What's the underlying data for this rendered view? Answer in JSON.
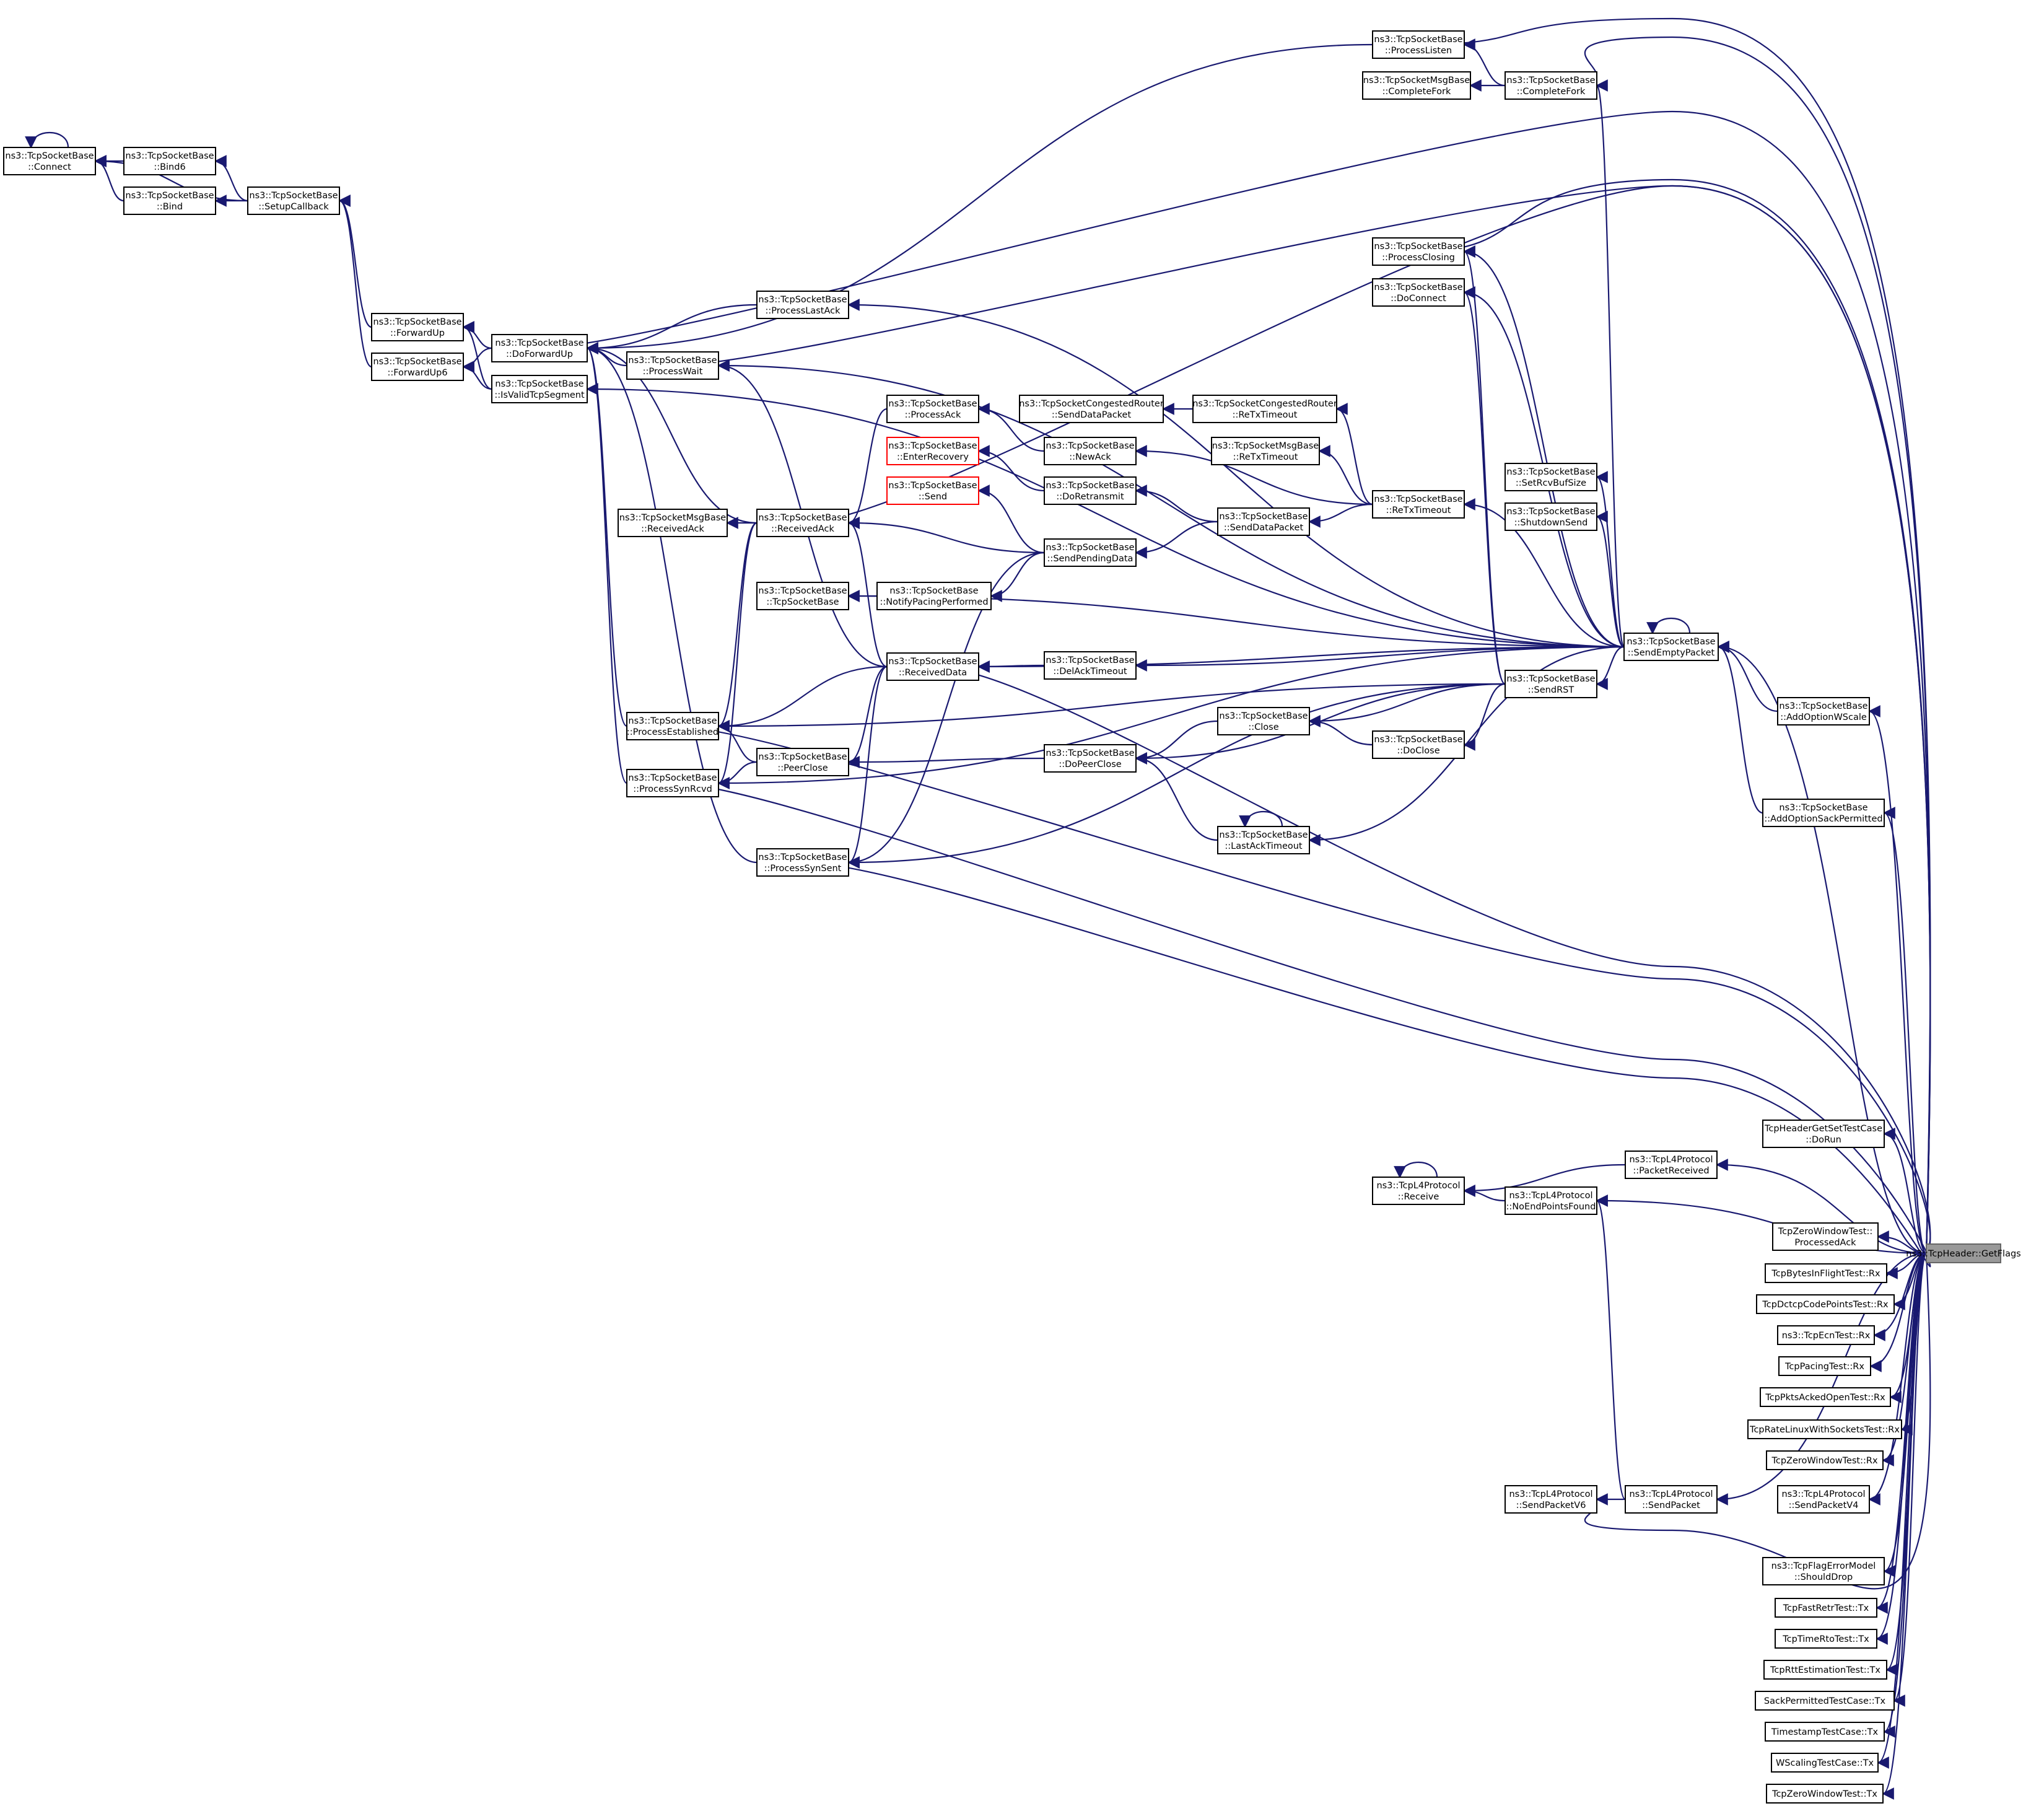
{
  "diagram": {
    "kind": "doxygen-caller-graph",
    "colors": {
      "edge": "#191970",
      "node_border": "#000000",
      "red_node_border": "#ff0000",
      "target_fill": "#999999"
    },
    "nodes": [
      {
        "id": "getflags",
        "lines": [
          "ns3::TcpHeader::GetFlags"
        ],
        "style": "target"
      },
      {
        "id": "connect",
        "lines": [
          "ns3::TcpSocketBase",
          "::Connect"
        ]
      },
      {
        "id": "bind6",
        "lines": [
          "ns3::TcpSocketBase",
          "::Bind6"
        ]
      },
      {
        "id": "bind",
        "lines": [
          "ns3::TcpSocketBase",
          "::Bind"
        ]
      },
      {
        "id": "setupcb",
        "lines": [
          "ns3::TcpSocketBase",
          "::SetupCallback"
        ]
      },
      {
        "id": "forwardup",
        "lines": [
          "ns3::TcpSocketBase",
          "::ForwardUp"
        ]
      },
      {
        "id": "forwardup6",
        "lines": [
          "ns3::TcpSocketBase",
          "::ForwardUp6"
        ]
      },
      {
        "id": "doforwardup",
        "lines": [
          "ns3::TcpSocketBase",
          "::DoForwardUp"
        ]
      },
      {
        "id": "isvalid",
        "lines": [
          "ns3::TcpSocketBase",
          "::IsValidTcpSegment"
        ]
      },
      {
        "id": "processwait",
        "lines": [
          "ns3::TcpSocketBase",
          "::ProcessWait"
        ]
      },
      {
        "id": "processlastack",
        "lines": [
          "ns3::TcpSocketBase",
          "::ProcessLastAck"
        ]
      },
      {
        "id": "msgrecvack",
        "lines": [
          "ns3::TcpSocketMsgBase",
          "::ReceivedAck"
        ]
      },
      {
        "id": "receivedack",
        "lines": [
          "ns3::TcpSocketBase",
          "::ReceivedAck"
        ]
      },
      {
        "id": "tcpsocketbase",
        "lines": [
          "ns3::TcpSocketBase",
          "::TcpSocketBase"
        ]
      },
      {
        "id": "processestab",
        "lines": [
          "ns3::TcpSocketBase",
          "::ProcessEstablished"
        ]
      },
      {
        "id": "processsynrcvd",
        "lines": [
          "ns3::TcpSocketBase",
          "::ProcessSynRcvd"
        ]
      },
      {
        "id": "peerclose",
        "lines": [
          "ns3::TcpSocketBase",
          "::PeerClose"
        ]
      },
      {
        "id": "processsynsent",
        "lines": [
          "ns3::TcpSocketBase",
          "::ProcessSynSent"
        ]
      },
      {
        "id": "processack",
        "lines": [
          "ns3::TcpSocketBase",
          "::ProcessAck"
        ]
      },
      {
        "id": "enterrecovery",
        "lines": [
          "ns3::TcpSocketBase",
          "::EnterRecovery"
        ],
        "style": "red"
      },
      {
        "id": "send",
        "lines": [
          "ns3::TcpSocketBase",
          "::Send"
        ],
        "style": "red"
      },
      {
        "id": "notifypacing",
        "lines": [
          "ns3::TcpSocketBase",
          "::NotifyPacingPerformed"
        ]
      },
      {
        "id": "receiveddata",
        "lines": [
          "ns3::TcpSocketBase",
          "::ReceivedData"
        ]
      },
      {
        "id": "congsend",
        "lines": [
          "ns3::TcpSocketCongestedRouter",
          "::SendDataPacket"
        ]
      },
      {
        "id": "newack",
        "lines": [
          "ns3::TcpSocketBase",
          "::NewAck"
        ]
      },
      {
        "id": "doretransmit",
        "lines": [
          "ns3::TcpSocketBase",
          "::DoRetransmit"
        ]
      },
      {
        "id": "sendpending",
        "lines": [
          "ns3::TcpSocketBase",
          "::SendPendingData"
        ]
      },
      {
        "id": "delacktimeout",
        "lines": [
          "ns3::TcpSocketBase",
          "::DelAckTimeout"
        ]
      },
      {
        "id": "dopeerclose",
        "lines": [
          "ns3::TcpSocketBase",
          "::DoPeerClose"
        ]
      },
      {
        "id": "congretx",
        "lines": [
          "ns3::TcpSocketCongestedRouter",
          "::ReTxTimeout"
        ]
      },
      {
        "id": "msgretx",
        "lines": [
          "ns3::TcpSocketMsgBase",
          "::ReTxTimeout"
        ]
      },
      {
        "id": "senddatapacket",
        "lines": [
          "ns3::TcpSocketBase",
          "::SendDataPacket"
        ]
      },
      {
        "id": "close",
        "lines": [
          "ns3::TcpSocketBase",
          "::Close"
        ]
      },
      {
        "id": "lastacktimeout",
        "lines": [
          "ns3::TcpSocketBase",
          "::LastAckTimeout"
        ]
      },
      {
        "id": "processlisten",
        "lines": [
          "ns3::TcpSocketBase",
          "::ProcessListen"
        ]
      },
      {
        "id": "msgcompletefork",
        "lines": [
          "ns3::TcpSocketMsgBase",
          "::CompleteFork"
        ]
      },
      {
        "id": "processclosing",
        "lines": [
          "ns3::TcpSocketBase",
          "::ProcessClosing"
        ]
      },
      {
        "id": "doconnect",
        "lines": [
          "ns3::TcpSocketBase",
          "::DoConnect"
        ]
      },
      {
        "id": "retxtimeout",
        "lines": [
          "ns3::TcpSocketBase",
          "::ReTxTimeout"
        ]
      },
      {
        "id": "doclose",
        "lines": [
          "ns3::TcpSocketBase",
          "::DoClose"
        ]
      },
      {
        "id": "completefork",
        "lines": [
          "ns3::TcpSocketBase",
          "::CompleteFork"
        ]
      },
      {
        "id": "setrcvbuf",
        "lines": [
          "ns3::TcpSocketBase",
          "::SetRcvBufSize"
        ]
      },
      {
        "id": "shutdownsend",
        "lines": [
          "ns3::TcpSocketBase",
          "::ShutdownSend"
        ]
      },
      {
        "id": "sendrst",
        "lines": [
          "ns3::TcpSocketBase",
          "::SendRST"
        ]
      },
      {
        "id": "sendempty",
        "lines": [
          "ns3::TcpSocketBase",
          "::SendEmptyPacket"
        ]
      },
      {
        "id": "addwscale",
        "lines": [
          "ns3::TcpSocketBase",
          "::AddOptionWScale"
        ]
      },
      {
        "id": "addsack",
        "lines": [
          "ns3::TcpSocketBase",
          "::AddOptionSackPermitted"
        ]
      },
      {
        "id": "l4receive",
        "lines": [
          "ns3::TcpL4Protocol",
          "::Receive"
        ]
      },
      {
        "id": "noendpoints",
        "lines": [
          "ns3::TcpL4Protocol",
          "::NoEndPointsFound"
        ]
      },
      {
        "id": "packetreceived",
        "lines": [
          "ns3::TcpL4Protocol",
          "::PacketReceived"
        ]
      },
      {
        "id": "sendpacketv6",
        "lines": [
          "ns3::TcpL4Protocol",
          "::SendPacketV6"
        ]
      },
      {
        "id": "sendpacket",
        "lines": [
          "ns3::TcpL4Protocol",
          "::SendPacket"
        ]
      },
      {
        "id": "sendpacketv4",
        "lines": [
          "ns3::TcpL4Protocol",
          "::SendPacketV4"
        ]
      },
      {
        "id": "hdrgetset",
        "lines": [
          "TcpHeaderGetSetTestCase",
          "::DoRun"
        ]
      },
      {
        "id": "zwprocack",
        "lines": [
          "TcpZeroWindowTest::",
          "ProcessedAck"
        ]
      },
      {
        "id": "bytesinflight",
        "lines": [
          "TcpBytesInFlightTest::Rx"
        ]
      },
      {
        "id": "dctcp",
        "lines": [
          "TcpDctcpCodePointsTest::Rx"
        ]
      },
      {
        "id": "ecn",
        "lines": [
          "ns3::TcpEcnTest::Rx"
        ]
      },
      {
        "id": "pacing",
        "lines": [
          "TcpPacingTest::Rx"
        ]
      },
      {
        "id": "pktsacked",
        "lines": [
          "TcpPktsAckedOpenTest::Rx"
        ]
      },
      {
        "id": "ratelinux",
        "lines": [
          "TcpRateLinuxWithSocketsTest::Rx"
        ]
      },
      {
        "id": "zwrx",
        "lines": [
          "TcpZeroWindowTest::Rx"
        ]
      },
      {
        "id": "flagerror",
        "lines": [
          "ns3::TcpFlagErrorModel",
          "::ShouldDrop"
        ]
      },
      {
        "id": "fastretr",
        "lines": [
          "TcpFastRetrTest::Tx"
        ]
      },
      {
        "id": "timerto",
        "lines": [
          "TcpTimeRtoTest::Tx"
        ]
      },
      {
        "id": "rttest",
        "lines": [
          "TcpRttEstimationTest::Tx"
        ]
      },
      {
        "id": "sackperm",
        "lines": [
          "SackPermittedTestCase::Tx"
        ]
      },
      {
        "id": "timestamp",
        "lines": [
          "TimestampTestCase::Tx"
        ]
      },
      {
        "id": "wscaling",
        "lines": [
          "WScalingTestCase::Tx"
        ]
      },
      {
        "id": "zwtx",
        "lines": [
          "TcpZeroWindowTest::Tx"
        ]
      }
    ]
  }
}
